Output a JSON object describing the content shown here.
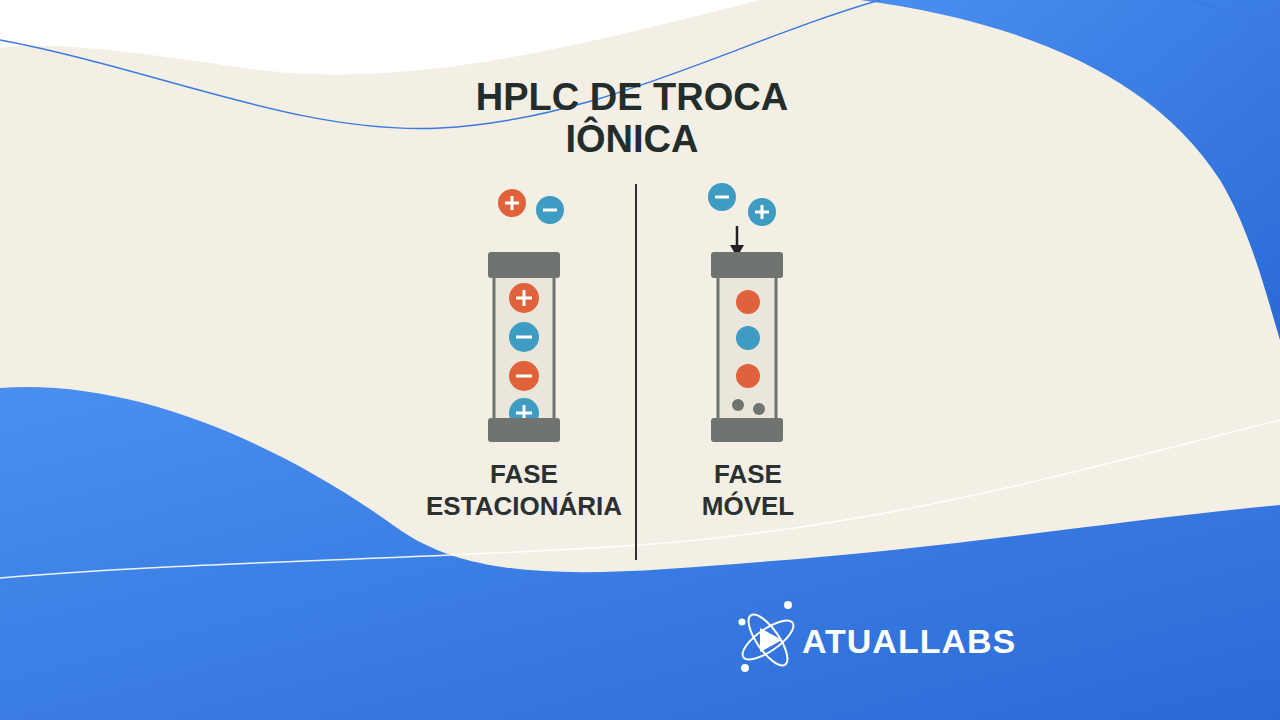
{
  "diagram": {
    "title": "HPLC DE TROCA IÔNICA",
    "labels": [
      "FASE ESTACIONÁRIA",
      "FASE MÓVEL",
      "ATUALLABS"
    ]
  }
}
